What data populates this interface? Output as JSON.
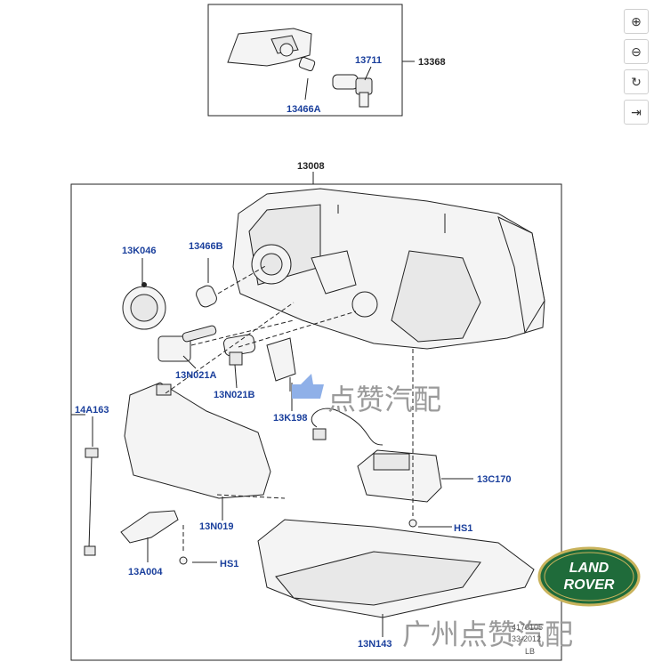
{
  "labels": {
    "p13368": "13368",
    "p13711": "13711",
    "p13466A": "13466A",
    "p13008": "13008",
    "p13K046": "13K046",
    "p13466B": "13466B",
    "p13N021A": "13N021A",
    "p13N021B": "13N021B",
    "p13K198": "13K198",
    "p14A163": "14A163",
    "p13N019": "13N019",
    "p13A004": "13A004",
    "pHS1a": "HS1",
    "pHS1b": "HS1",
    "p13C170": "13C170",
    "p13N143": "13N143"
  },
  "footer": {
    "ref1": "4170105",
    "ref2": "33-2012",
    "ref3": "LB"
  },
  "watermark": {
    "top": "点赞汽配",
    "bottom": "广州点赞汽配",
    "logo_line1": "LAND",
    "logo_line2": "ROVER"
  },
  "toolbar": {
    "zoom_in": "⊕",
    "zoom_out": "⊖",
    "rotate": "↻",
    "fit": "⇥"
  }
}
